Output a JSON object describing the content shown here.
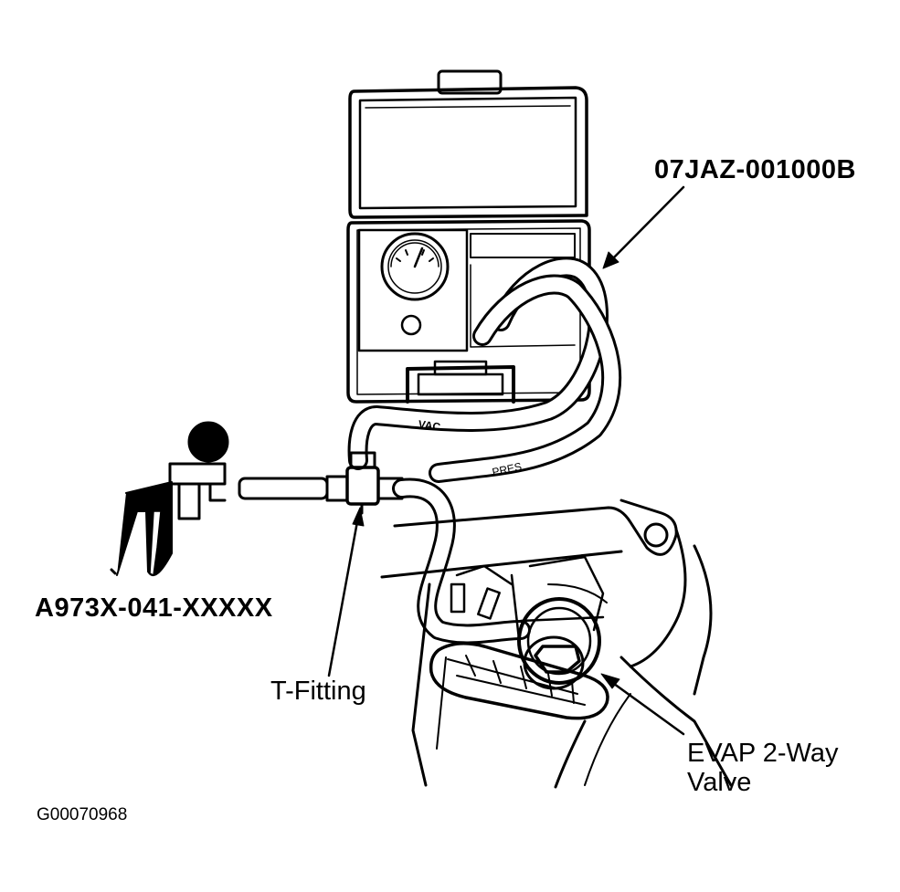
{
  "labels": {
    "tester_part": "07JAZ-001000B",
    "pump_part": "A973X-041-XXXXX",
    "t_fitting": "T-Fitting",
    "evap_valve_line1": "EVAP 2-Way",
    "evap_valve_line2": "Valve",
    "figure_id": "G00070968"
  },
  "hose_tags": {
    "vac": "VAC",
    "pres": "PRES"
  },
  "colors": {
    "ink": "#000000",
    "paper": "#ffffff"
  }
}
